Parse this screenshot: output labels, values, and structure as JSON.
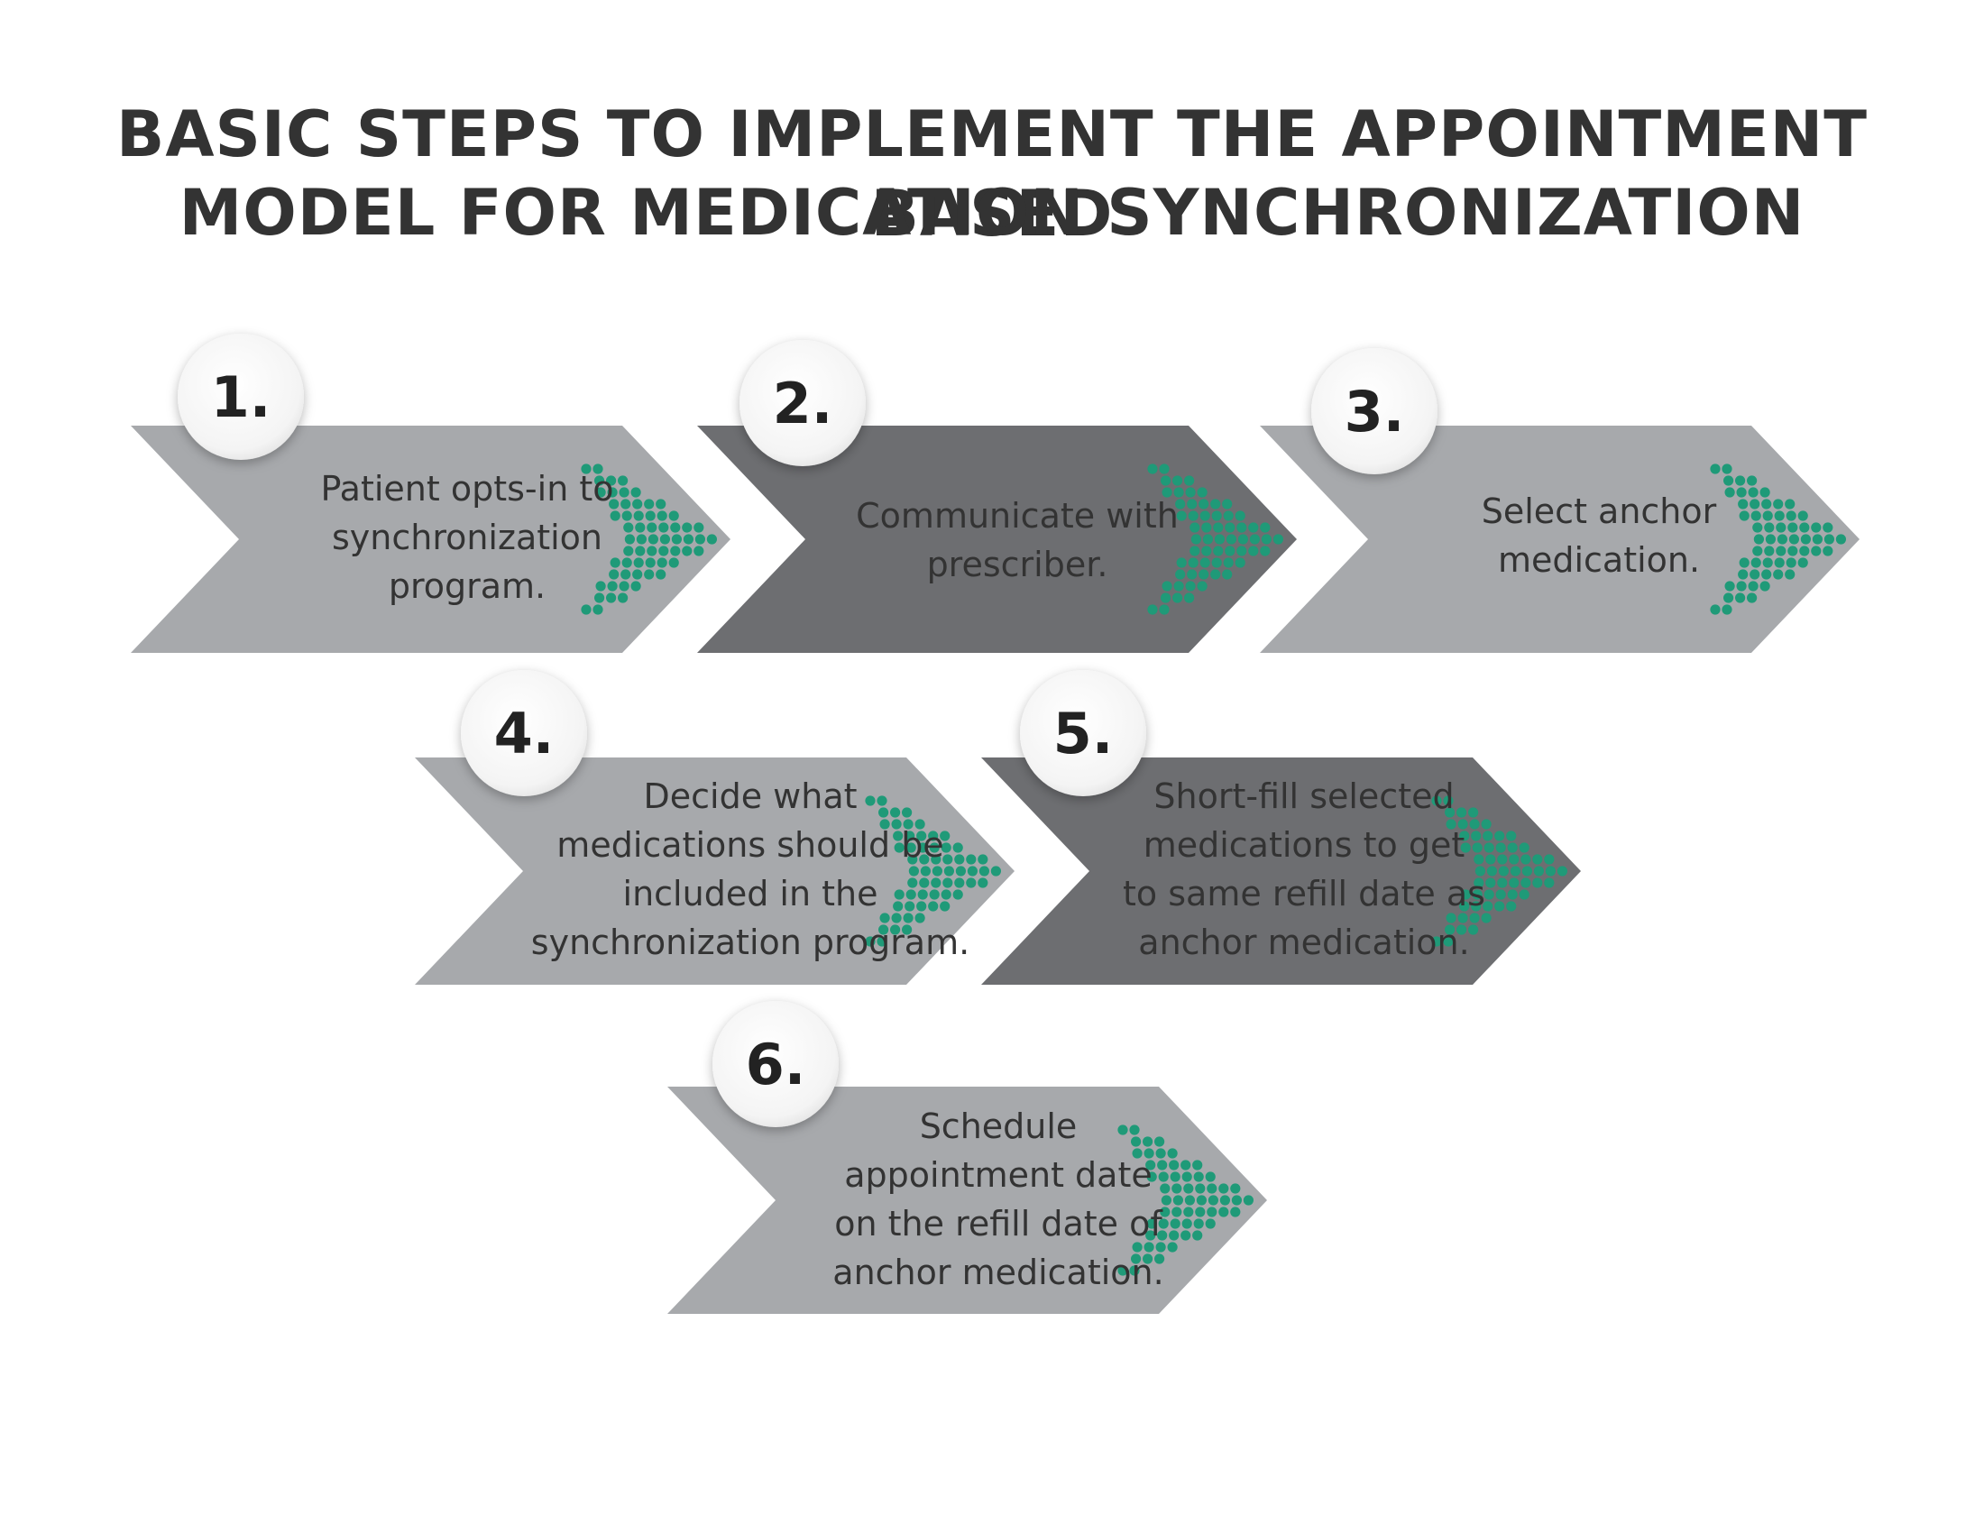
{
  "title": {
    "line1": "BASIC STEPS TO IMPLEMENT THE APPOINTMENT BASED",
    "line2": "MODEL FOR MEDICATION SYNCHRONIZATION"
  },
  "colors": {
    "light_arrow": "#a7a9ac",
    "dark_arrow": "#6d6e71",
    "dot_accent": "#1f9a78",
    "badge": "#ffffff",
    "text": "#333333"
  },
  "steps": [
    {
      "number": "1.",
      "lines": [
        "Patient opts-in to",
        "synchronization",
        "program."
      ],
      "shade": "light"
    },
    {
      "number": "2.",
      "lines": [
        "Communicate with",
        "prescriber."
      ],
      "shade": "dark"
    },
    {
      "number": "3.",
      "lines": [
        "Select anchor",
        "medication."
      ],
      "shade": "light"
    },
    {
      "number": "4.",
      "lines": [
        "Decide what",
        "medications should  be",
        "included in the",
        "synchronization program."
      ],
      "shade": "light"
    },
    {
      "number": "5.",
      "lines": [
        "Short-fill selected",
        "medications to get",
        "to same refill date as",
        "anchor medication."
      ],
      "shade": "dark"
    },
    {
      "number": "6.",
      "lines": [
        "Schedule",
        "appointment date",
        "on the refill date of",
        "anchor medication."
      ],
      "shade": "light"
    }
  ]
}
